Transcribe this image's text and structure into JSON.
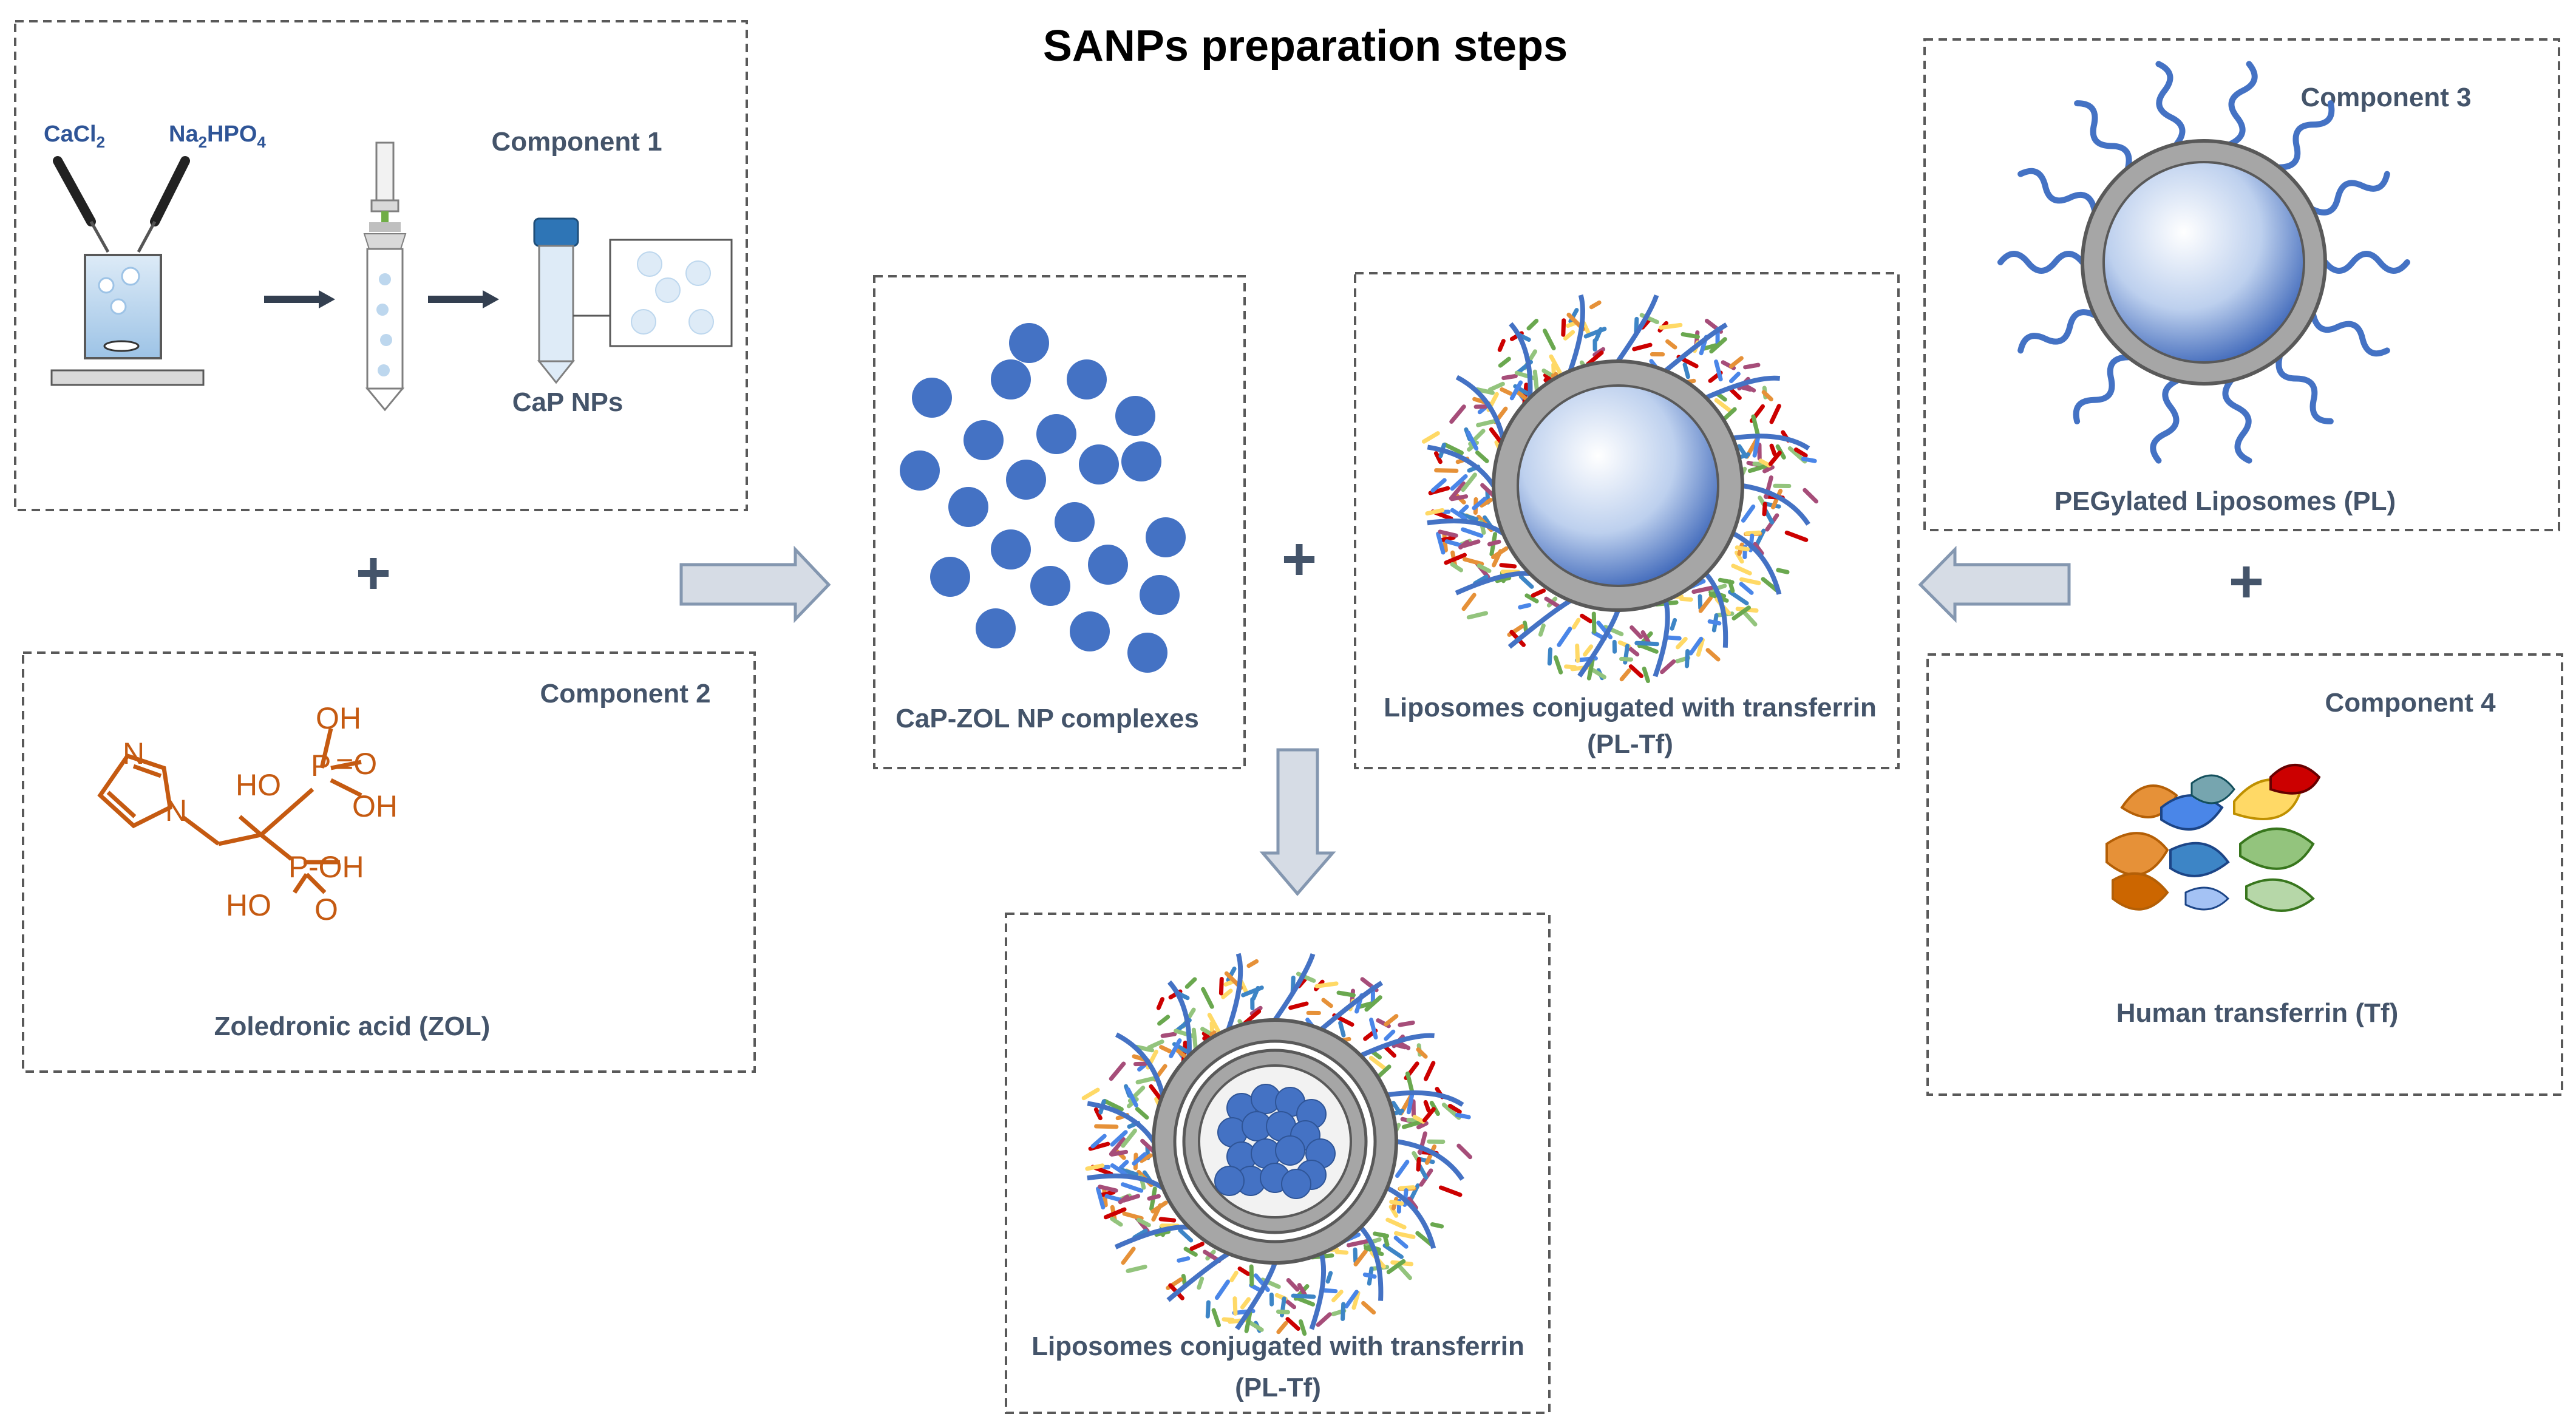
{
  "title": "SANPs preparation steps",
  "components": {
    "c1": {
      "label": "Component 1",
      "product": "CaP NPs",
      "reagent_a_base": "CaCl",
      "reagent_a_sub": "2",
      "reagent_b_a": "Na",
      "reagent_b_sub1": "2",
      "reagent_b_b": "HPO",
      "reagent_b_sub2": "4"
    },
    "c2": {
      "label": "Component 2",
      "caption": "Zoledronic acid (ZOL)"
    },
    "c3": {
      "label": "Component 3",
      "caption": "PEGylated Liposomes (PL)"
    },
    "c4": {
      "label": "Component 4",
      "caption": "Human transferrin (Tf)"
    }
  },
  "structure": {
    "n_atom": "N",
    "ring_n": "N",
    "ho": "HO",
    "oh_top": "OH",
    "p_top": "P",
    "eq_o_top": "=O",
    "oh_mid": "OH",
    "p_bot": "P",
    "oh_bot": "-OH",
    "ho_bot": "HO",
    "o_bot": "O"
  },
  "middle": {
    "complex_caption": "CaP-ZOL NP complexes",
    "ptf_caption_line1": "Liposomes conjugated with transferrin",
    "ptf_caption_line2": "(PL-Tf)"
  },
  "final": {
    "caption_line1": "Liposomes conjugated with transferrin",
    "caption_line2": "(PL-Tf)"
  },
  "operators": {
    "plus": "+"
  },
  "colors": {
    "label": "#44546a",
    "particle": "#4472c4",
    "molecule": "#c55a11",
    "arrow_fill": "#d6dce5",
    "arrow_stroke": "#8497b0",
    "shell": "#7f7f7f",
    "peg": "#4472c4"
  }
}
